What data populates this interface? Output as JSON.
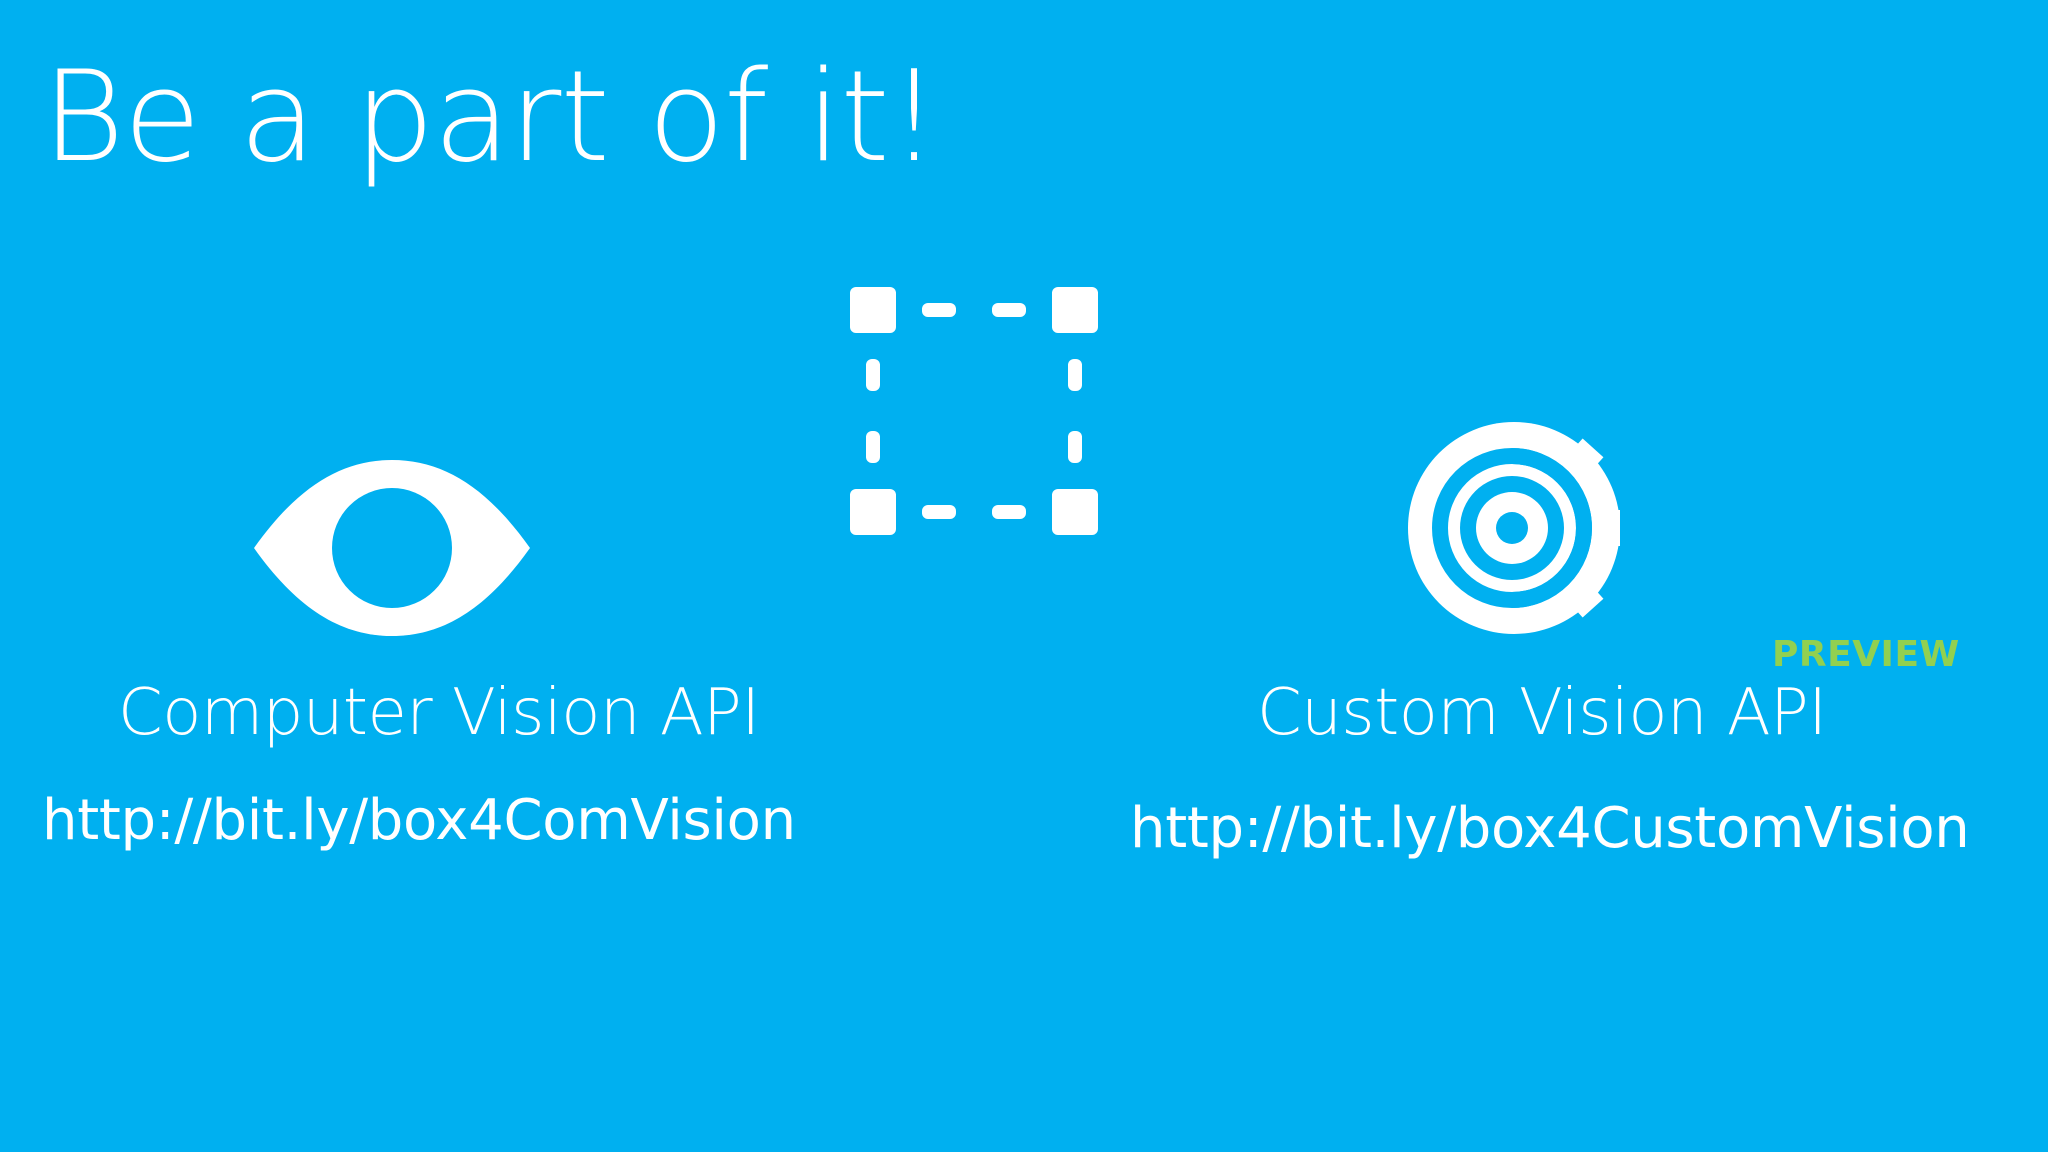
{
  "slide": {
    "title": "Be a part of it!",
    "background_color": "#00b0f0",
    "text_color": "#ffffff",
    "accent_color": "#92d050"
  },
  "left": {
    "icon": "eye-icon",
    "label": "Computer Vision API",
    "link": "http://bit.ly/box4ComVision"
  },
  "center": {
    "icon": "crop-selection-icon"
  },
  "right": {
    "icon": "gear-icon",
    "label": "Custom Vision API",
    "badge": "PREVIEW",
    "link": "http://bit.ly/box4CustomVision"
  }
}
